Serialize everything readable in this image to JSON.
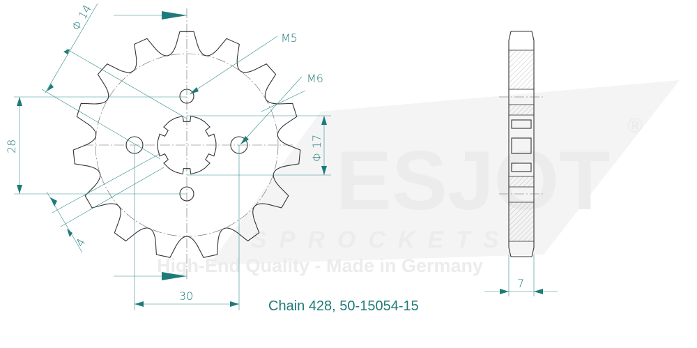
{
  "drawing": {
    "teeth": 15,
    "labels": {
      "dia_bolt": "Φ 14",
      "m5": "M5",
      "m6": "M6",
      "dim_28": "28",
      "dia_17": "Φ 17",
      "dim_4": "4",
      "dim_30": "30",
      "dim_7": "7"
    },
    "caption": "Chain 428, 50-15054-15",
    "watermark": {
      "brand": "ESJOT",
      "reg": "®",
      "sub": "SPROCKETS",
      "tagline": "High-End Quality - Made in Germany"
    },
    "colors": {
      "dimension": "#1f7a7a",
      "outline": "#333333",
      "watermark": "#ececec"
    }
  }
}
